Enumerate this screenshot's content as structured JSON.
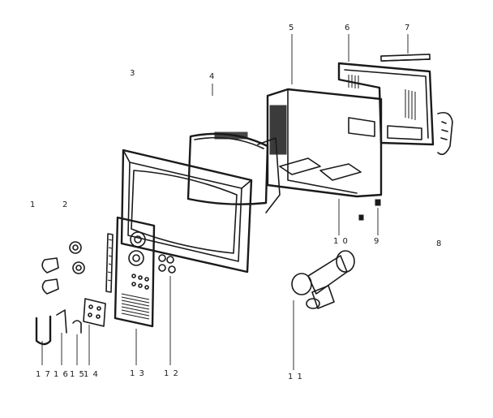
{
  "callouts": [
    {
      "id": "1",
      "text": "1"
    },
    {
      "id": "2",
      "text": "2"
    },
    {
      "id": "3",
      "text": "3"
    },
    {
      "id": "4",
      "text": "4"
    },
    {
      "id": "5",
      "text": "5"
    },
    {
      "id": "6",
      "text": "6"
    },
    {
      "id": "7",
      "text": "7"
    },
    {
      "id": "8",
      "text": "8"
    },
    {
      "id": "9",
      "text": "9"
    },
    {
      "id": "10",
      "text": "1 0"
    },
    {
      "id": "11",
      "text": "1 1"
    },
    {
      "id": "12",
      "text": "1 2"
    },
    {
      "id": "13",
      "text": "1 3"
    },
    {
      "id": "14",
      "text": "1 4"
    },
    {
      "id": "15",
      "text": "1 5"
    },
    {
      "id": "16",
      "text": "1 6"
    },
    {
      "id": "17",
      "text": "1 7"
    }
  ]
}
